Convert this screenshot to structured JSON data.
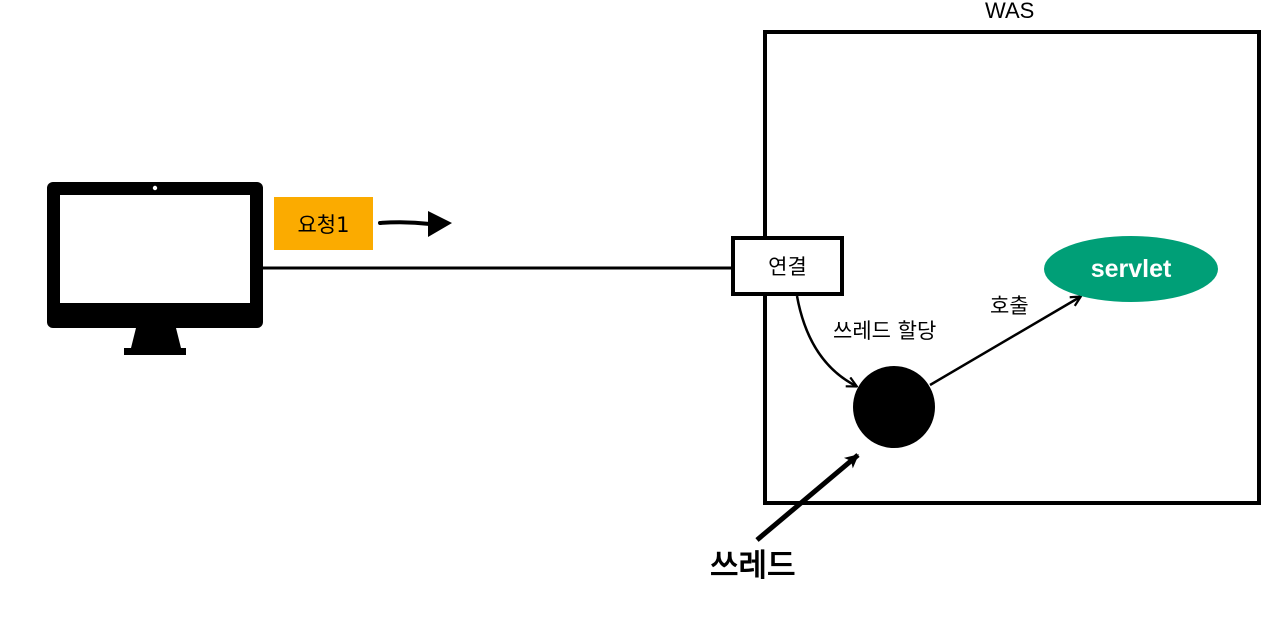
{
  "was": {
    "title": "WAS"
  },
  "request": {
    "label": "요청1",
    "color": "#fbab00"
  },
  "connection": {
    "label": "연결"
  },
  "servlet": {
    "label": "servlet",
    "color": "#009f77"
  },
  "edges": {
    "thread_allocation": "쓰레드 할당",
    "call": "호출"
  },
  "thread": {
    "caption": "쓰레드"
  },
  "icons": {
    "client": "computer-monitor-icon",
    "request_arrow": "arrow-right-icon"
  }
}
